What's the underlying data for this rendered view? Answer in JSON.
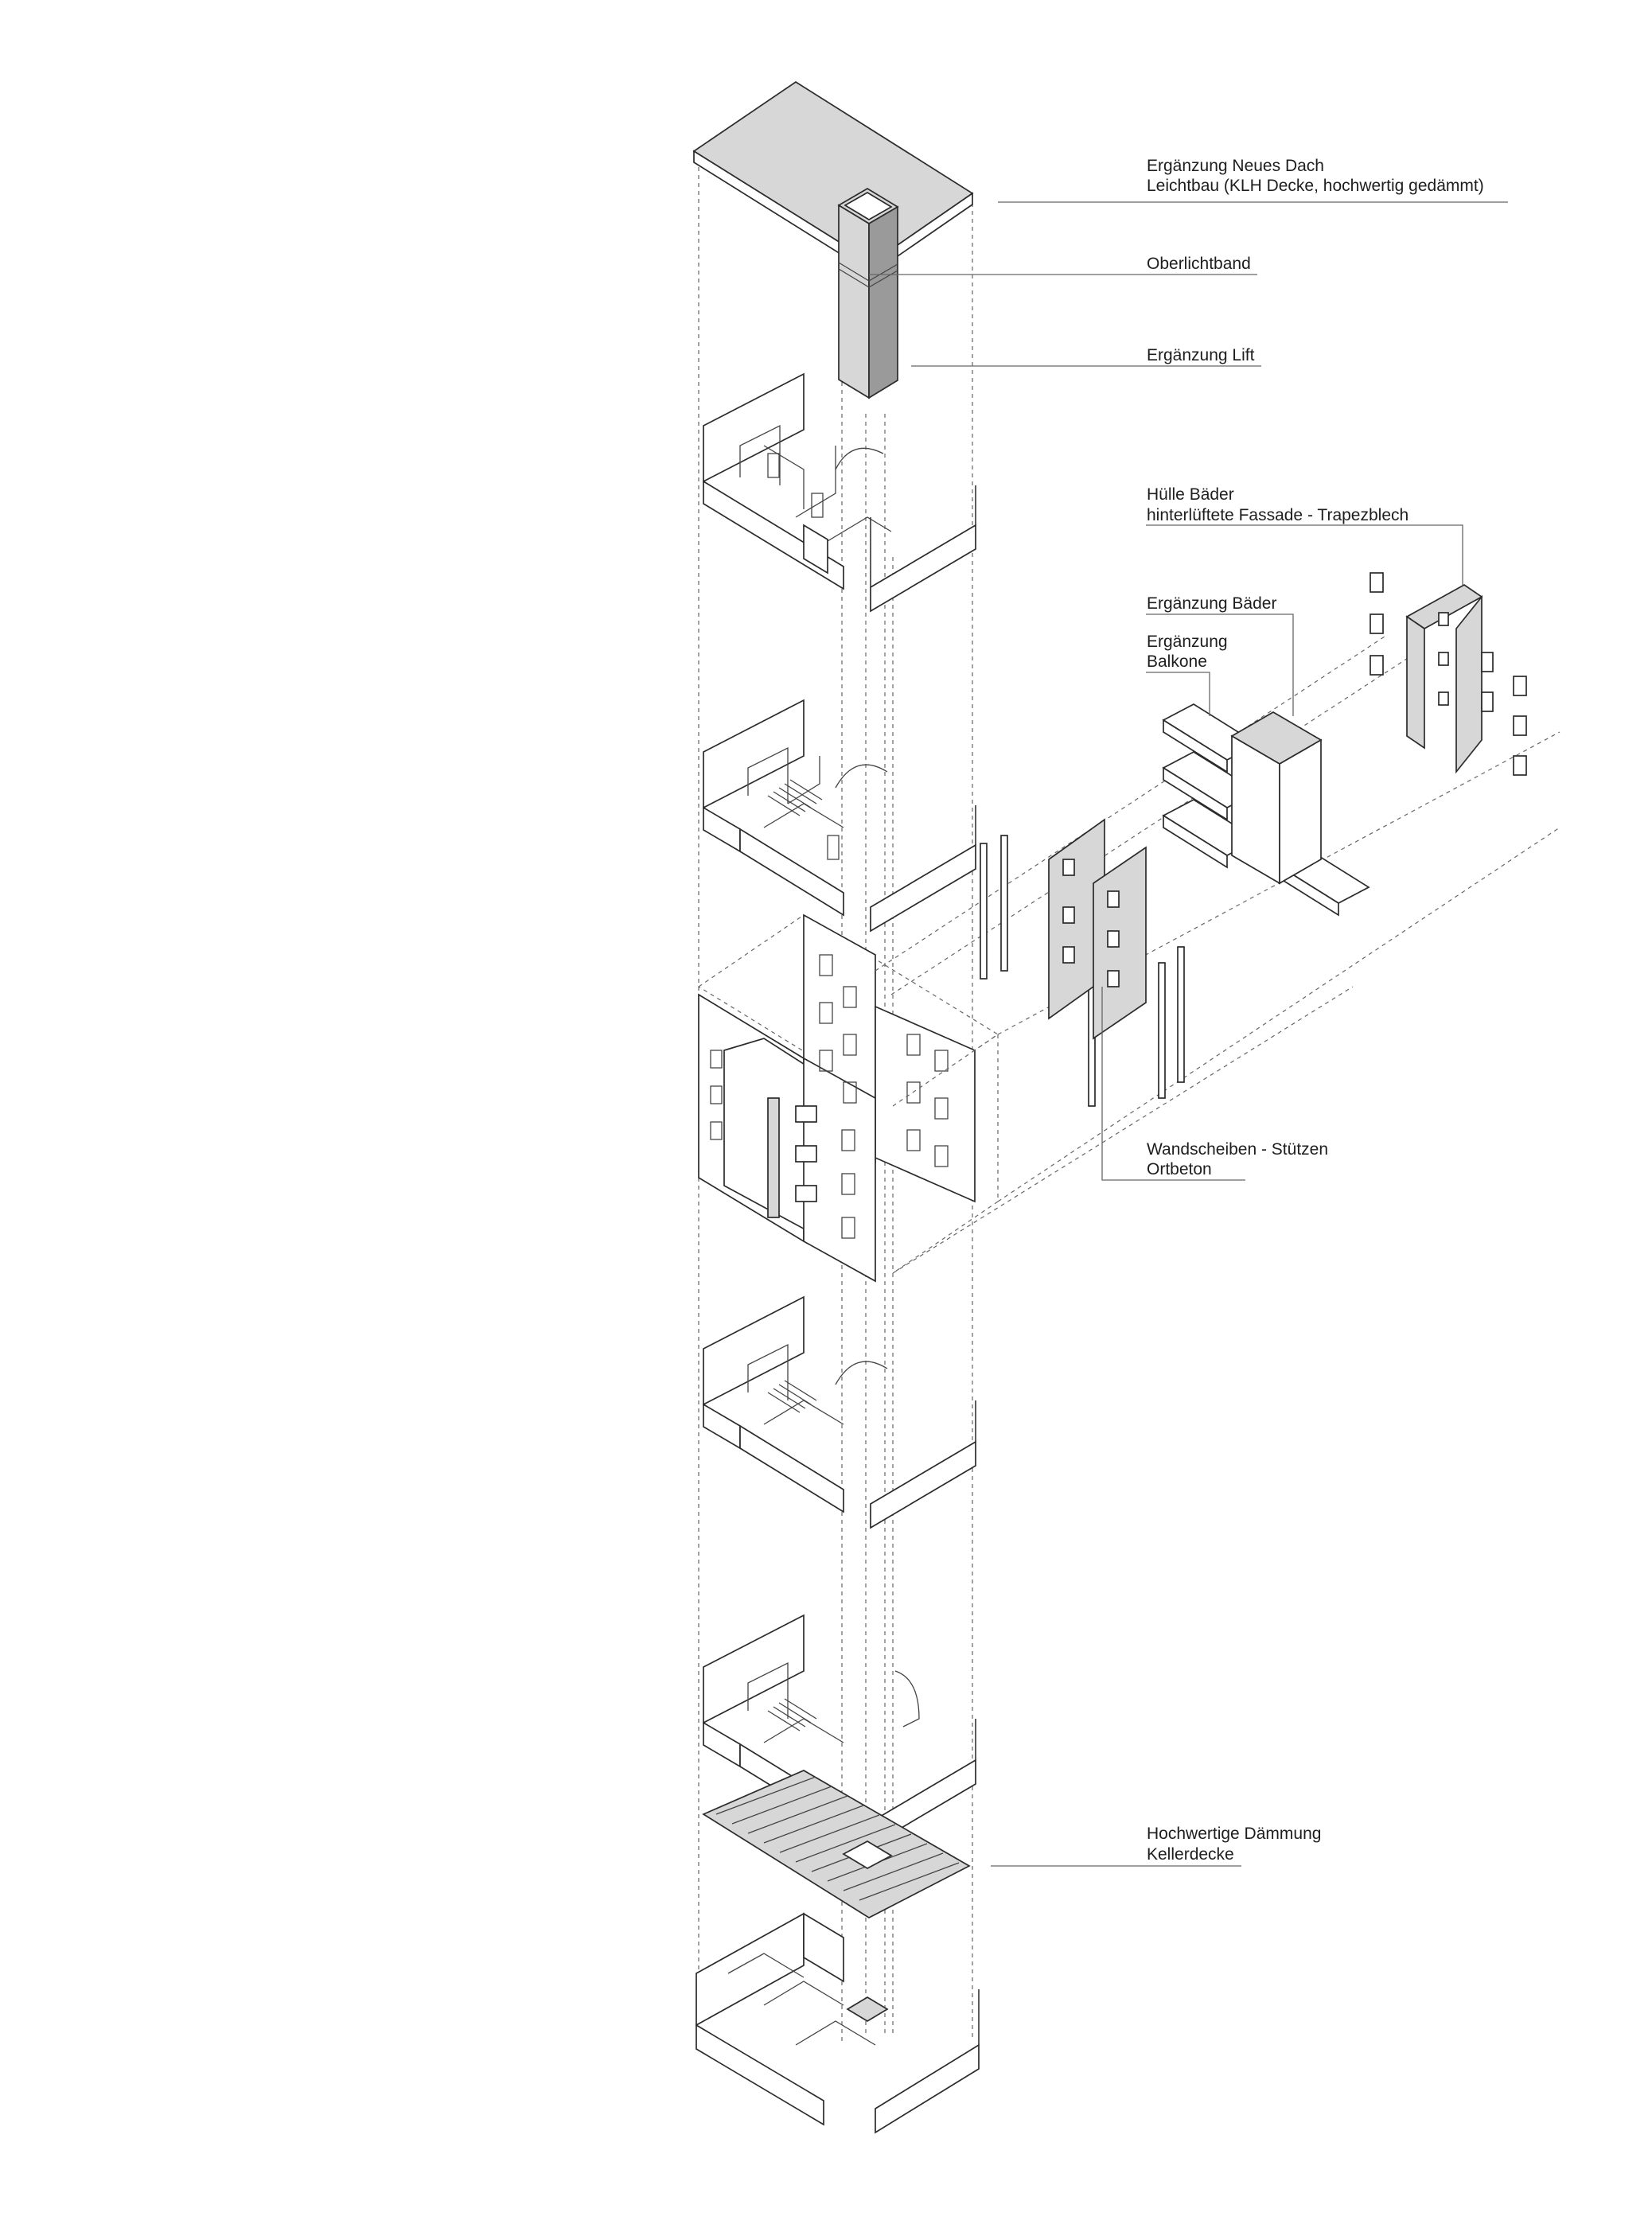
{
  "labels": {
    "roof_line1": "Ergänzung Neues Dach",
    "roof_line2": "Leichtbau (KLH Decke, hochwertig gedämmt)",
    "skylight": "Oberlichtband",
    "lift": "Ergänzung Lift",
    "bath_shell_line1": "Hülle Bäder",
    "bath_shell_line2": "hinterlüftete Fassade - Trapezblech",
    "baths": "Ergänzung Bäder",
    "balconies_line1": "Ergänzung",
    "balconies_line2": "Balkone",
    "walls_line1": "Wandscheiben - Stützen",
    "walls_line2": "Ortbeton",
    "insulation_line1": "Hochwertige Dämmung",
    "insulation_line2": "Kellerdecke"
  },
  "colors": {
    "line": "#2b2b2b",
    "fill_grey": "#d7d7d7",
    "fill_dark": "#9a9a9a",
    "leader": "#666666"
  }
}
